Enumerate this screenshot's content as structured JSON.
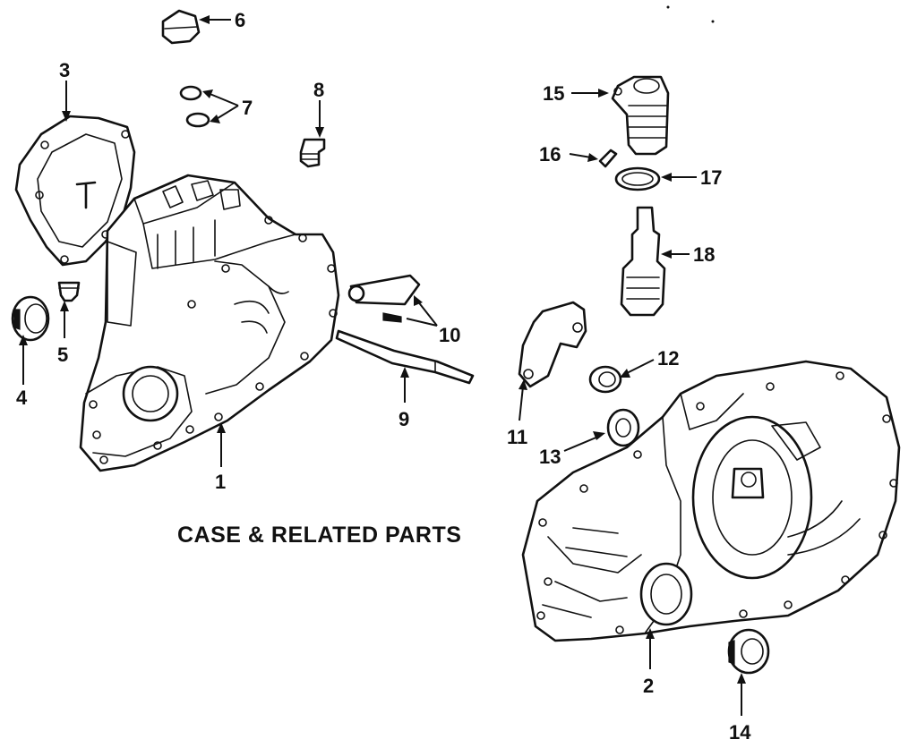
{
  "caption": "CASE & RELATED PARTS",
  "callouts": {
    "c1": "1",
    "c2": "2",
    "c3": "3",
    "c4": "4",
    "c5": "5",
    "c6": "6",
    "c7": "7",
    "c8": "8",
    "c9": "9",
    "c10": "10",
    "c11": "11",
    "c12": "12",
    "c13": "13",
    "c14": "14",
    "c15": "15",
    "c16": "16",
    "c17": "17",
    "c18": "18"
  }
}
